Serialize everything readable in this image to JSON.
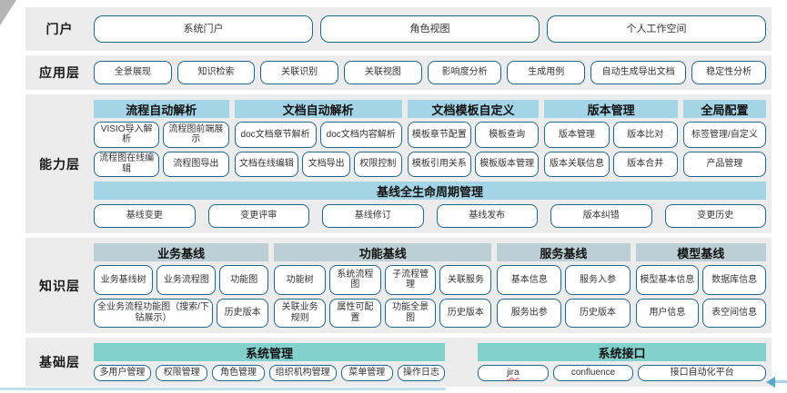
{
  "portal": {
    "label": "门户",
    "buttons": [
      "系统门户",
      "角色视图",
      "个人工作空间"
    ]
  },
  "application": {
    "label": "应用层",
    "buttons": [
      "全景展现",
      "知识检索",
      "关联识别",
      "关联视图",
      "影响度分析",
      "生成用例",
      "自动生成导出文档",
      "稳定性分析"
    ]
  },
  "capability": {
    "label": "能力层",
    "groups": [
      {
        "title": "流程自动解析",
        "rows": [
          [
            "VISIO导入解析",
            "流程图前端展示"
          ],
          [
            "流程图在线编辑",
            "流程图导出"
          ]
        ]
      },
      {
        "title": "文档自动解析",
        "rows": [
          [
            "doc文档章节解析",
            "doc文档内容解析"
          ],
          [
            "文档在线编辑",
            "文档导出",
            "权限控制"
          ]
        ]
      },
      {
        "title": "文档模板自定义",
        "rows": [
          [
            "模板章节配置",
            "模板查询"
          ],
          [
            "模板引用关系",
            "模板版本管理"
          ]
        ]
      },
      {
        "title": "版本管理",
        "rows": [
          [
            "版本管理",
            "版本比对"
          ],
          [
            "版本关联信息",
            "版本合并"
          ]
        ]
      },
      {
        "title": "全局配置",
        "rows": [
          [
            "标签管理/自定义"
          ],
          [
            "产品管理"
          ]
        ]
      }
    ],
    "baseline": {
      "title": "基线全生命周期管理",
      "buttons": [
        "基线变更",
        "变更评审",
        "基线修订",
        "基线发布",
        "版本纠错",
        "变更历史"
      ]
    }
  },
  "knowledge": {
    "label": "知识层",
    "groups": [
      {
        "title": "业务基线",
        "rows": [
          [
            "业务基线树",
            "业务流程图",
            "功能图"
          ],
          [
            "全业务流程功能图（搜索/下钻展示）",
            "历史版本"
          ]
        ]
      },
      {
        "title": "功能基线",
        "rows": [
          [
            "功能树",
            "系统流程图",
            "子流程管理",
            "关联服务"
          ],
          [
            "关联业务规则",
            "属性可配置",
            "功能全景图",
            "历史版本"
          ]
        ]
      },
      {
        "title": "服务基线",
        "rows": [
          [
            "基本信息",
            "服务入参"
          ],
          [
            "服务出参",
            "历史版本"
          ]
        ]
      },
      {
        "title": "模型基线",
        "rows": [
          [
            "模型基本信息",
            "数据库信息"
          ],
          [
            "用户信息",
            "表空间信息"
          ]
        ]
      }
    ]
  },
  "foundation": {
    "label": "基础层",
    "groups": [
      {
        "title": "系统管理",
        "buttons": [
          "多用户管理",
          "权限管理",
          "角色管理",
          "组织机构管理",
          "菜单管理",
          "操作日志"
        ]
      },
      {
        "title": "系统接口",
        "buttons": [
          "jira",
          "confluence",
          "接口自动化平台"
        ]
      }
    ]
  },
  "colors": {
    "header_blue": "#a3d5e7",
    "header_gray": "#bccfd4",
    "header_teal": "#82d1cd",
    "box_border": "#20688a",
    "band_bg": "#ececec",
    "accent_line": "#bfe0ef",
    "arrow": "#5aa8c6"
  }
}
